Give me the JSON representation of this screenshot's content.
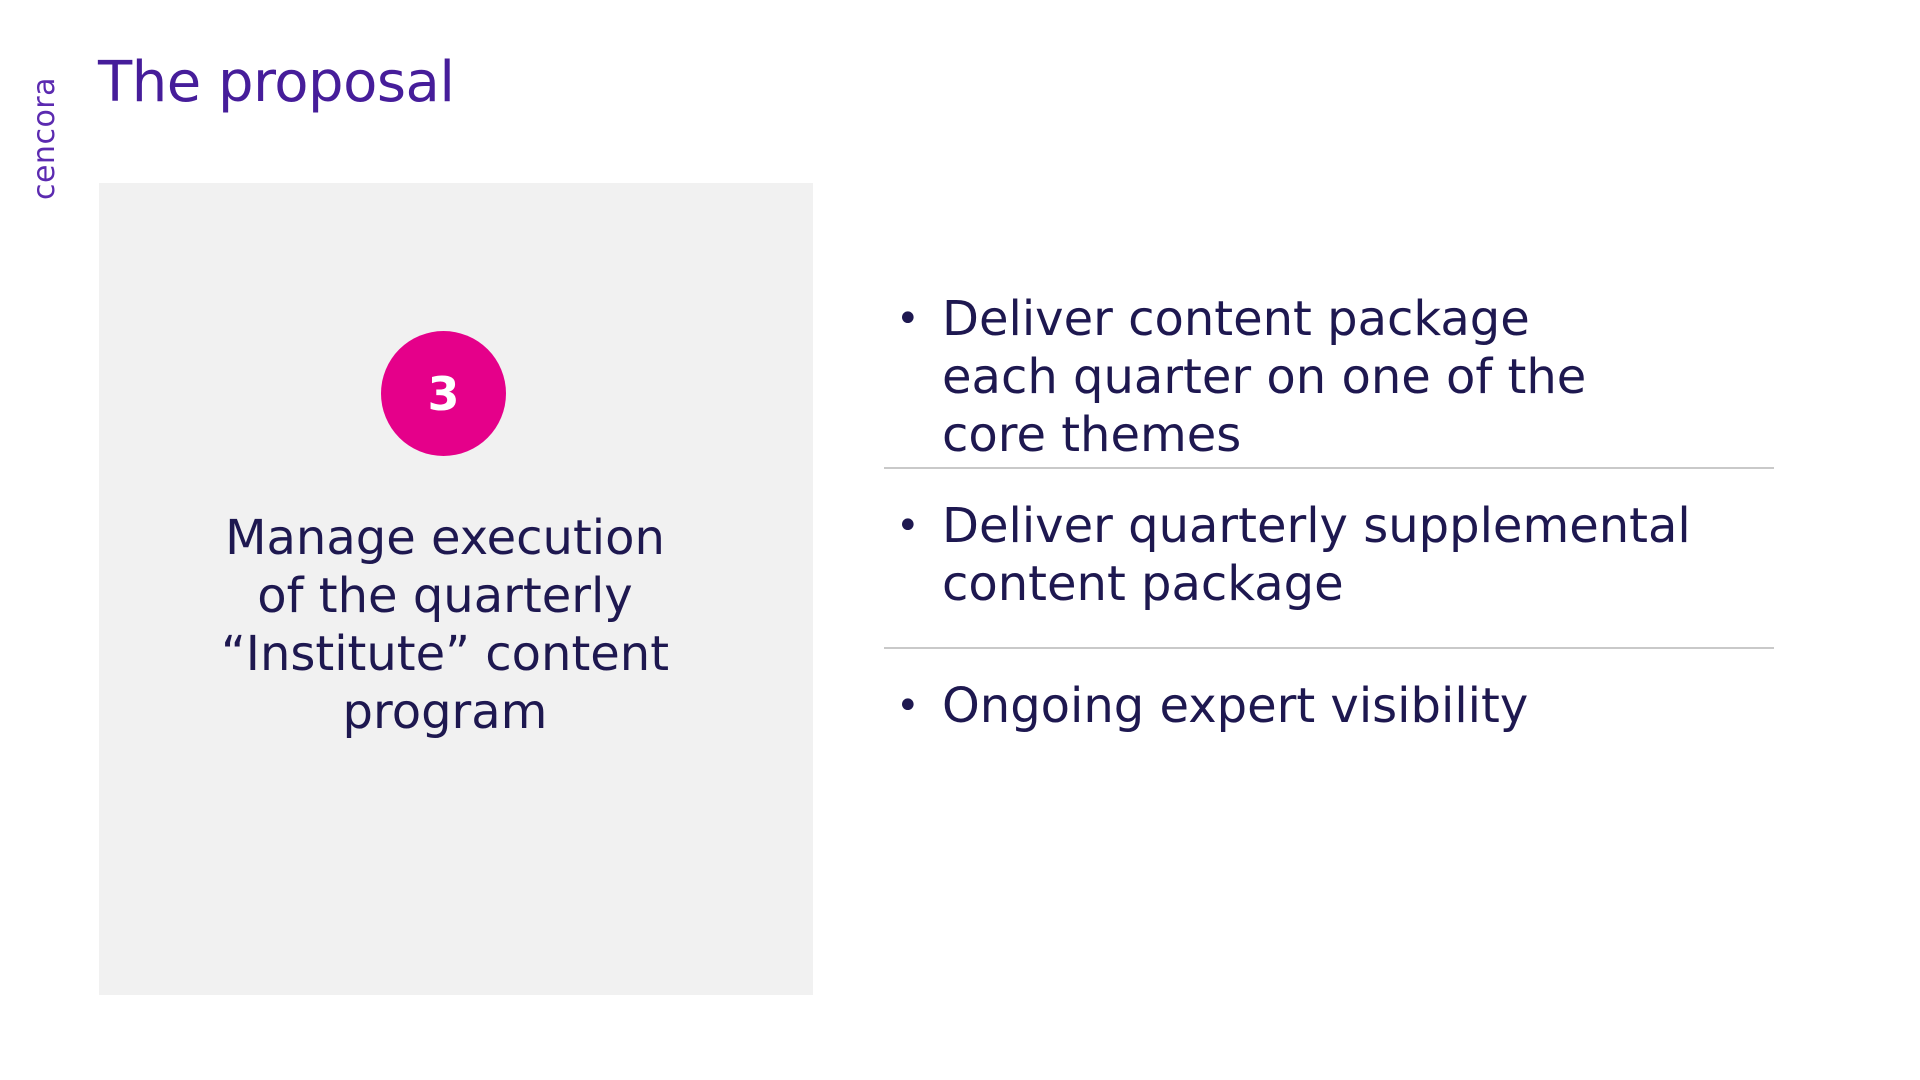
{
  "brand": {
    "logo_text": "cencora"
  },
  "slide": {
    "title": "The proposal"
  },
  "left_panel": {
    "number": "3",
    "description_lines": [
      "Manage execution",
      "of the quarterly",
      "“Institute” content",
      "program"
    ]
  },
  "bullets": [
    {
      "lines": [
        "Deliver content package",
        "each quarter on one of the",
        "core themes"
      ]
    },
    {
      "lines": [
        "Deliver quarterly supplemental",
        "content package"
      ]
    },
    {
      "lines": [
        "Ongoing expert visibility"
      ]
    }
  ],
  "colors": {
    "title": "#461d9a",
    "logo": "#5b2ab0",
    "body_text": "#1e1850",
    "badge": "#e5008a",
    "panel_bg": "#f1f1f1",
    "divider": "#c9c9c9"
  }
}
